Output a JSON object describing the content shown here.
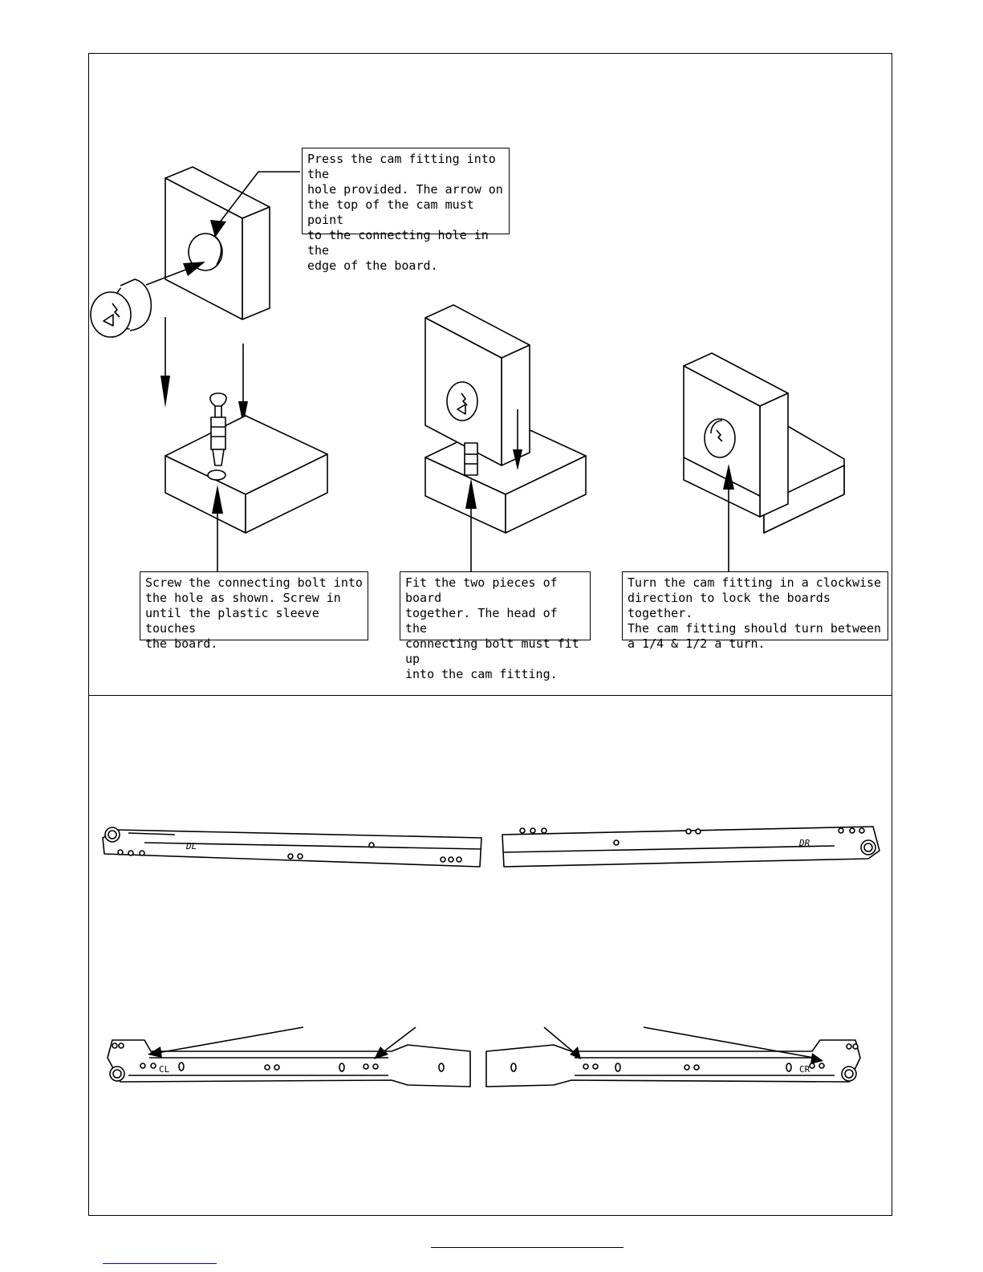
{
  "callouts": {
    "press_cam": "Press the cam fitting into the\nhole provided. The arrow on\nthe top of the cam must point\nto the connecting hole in the\nedge of the board.",
    "screw_bolt": "Screw the connecting bolt into\nthe hole as shown. Screw in\nuntil the plastic sleeve touches\nthe board.",
    "fit_boards": "Fit the two pieces of board\ntogether. The head of the\nconnecting bolt must fit up\ninto the cam fitting.",
    "turn_cam": "Turn the cam fitting in a clockwise\ndirection to lock the boards together.\nThe cam fitting should turn between\na 1/4 & 1/2 a turn."
  },
  "runner_labels": {
    "top_left": "DL",
    "top_right": "DR",
    "bottom_left": "CL",
    "bottom_right": "CR"
  }
}
